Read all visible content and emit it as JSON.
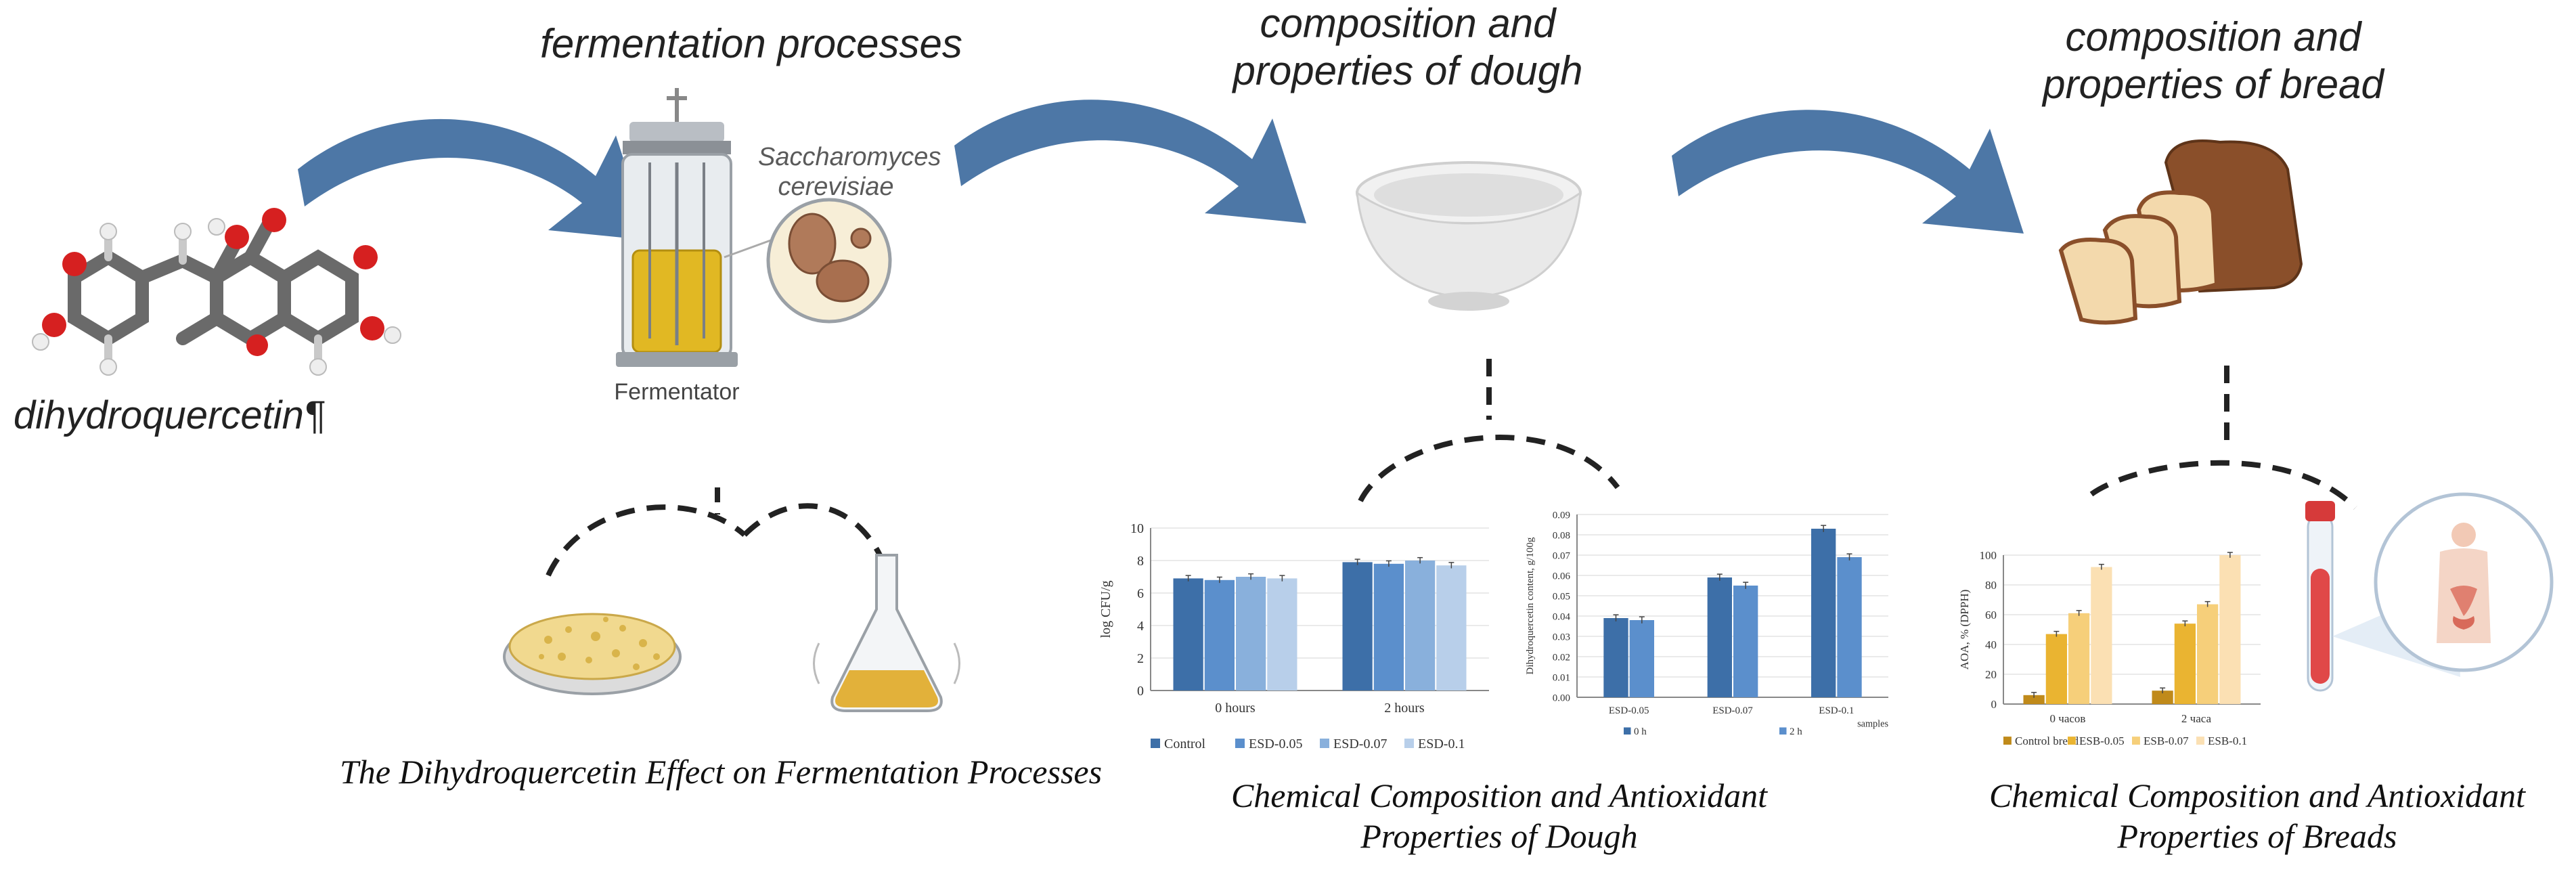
{
  "headings": {
    "fermentation": "fermentation processes",
    "dough": "composition and properties of dough",
    "bread": "composition and properties of bread"
  },
  "molecule_label": "dihydroquercetin¶",
  "fermentor": {
    "label": "Fermentator",
    "organism": "Saccharomyces cerevisiae"
  },
  "captions": {
    "fermentation": "The Dihydroquercetin Effect on Fermentation Processes",
    "dough": "Chemical Composition and Antioxidant Properties of Dough",
    "bread": "Chemical Composition and Antioxidant Properties of Breads"
  },
  "colors": {
    "arrow": "#4d77a6",
    "blue_dark": "#3d6fa8",
    "blue_mid": "#5b8fcc",
    "blue_light": "#89b0dc",
    "blue_pale": "#b8cfea",
    "orange_dark": "#c08a1a",
    "orange_mid": "#eab431",
    "orange_light": "#f6cf7a",
    "orange_pale": "#fbe0b3"
  },
  "chart_data": [
    {
      "type": "bar",
      "ylabel": "log CFU/g",
      "ylim": [
        0,
        10
      ],
      "yticks": [
        0,
        2,
        4,
        6,
        8,
        10
      ],
      "categories": [
        "0 hours",
        "2 hours"
      ],
      "series": [
        {
          "name": "Control",
          "values": [
            6.9,
            7.9
          ]
        },
        {
          "name": "ESD-0.05",
          "values": [
            6.8,
            7.8
          ]
        },
        {
          "name": "ESD-0.07",
          "values": [
            7.0,
            8.0
          ]
        },
        {
          "name": "ESD-0.1",
          "values": [
            6.9,
            7.7
          ]
        }
      ],
      "legend": "bottom"
    },
    {
      "type": "bar",
      "ylabel": "Dihydroquercetin content, g/100g",
      "xlabel": "samples",
      "ylim": [
        0,
        0.09
      ],
      "yticks": [
        "0.00",
        "0.01",
        "0.02",
        "0.03",
        "0.04",
        "0.05",
        "0.06",
        "0.07",
        "0.08",
        "0.09"
      ],
      "categories": [
        "ESD-0.05",
        "ESD-0.07",
        "ESD-0.1"
      ],
      "series": [
        {
          "name": "0 h",
          "values": [
            0.039,
            0.059,
            0.083
          ]
        },
        {
          "name": "2 h",
          "values": [
            0.038,
            0.055,
            0.069
          ]
        }
      ],
      "legend": "bottom"
    },
    {
      "type": "bar",
      "ylabel": "AOA, % (DPPH)",
      "ylim": [
        0,
        100
      ],
      "yticks": [
        0,
        20,
        40,
        60,
        80,
        100
      ],
      "categories": [
        "0 часов",
        "2 часа"
      ],
      "series": [
        {
          "name": "Control bread",
          "values": [
            6,
            9
          ]
        },
        {
          "name": "ESB-0.05",
          "values": [
            47,
            54
          ]
        },
        {
          "name": "ESB-0.07",
          "values": [
            61,
            67
          ]
        },
        {
          "name": "ESB-0.1",
          "values": [
            92,
            100
          ]
        }
      ],
      "legend": "bottom"
    }
  ]
}
